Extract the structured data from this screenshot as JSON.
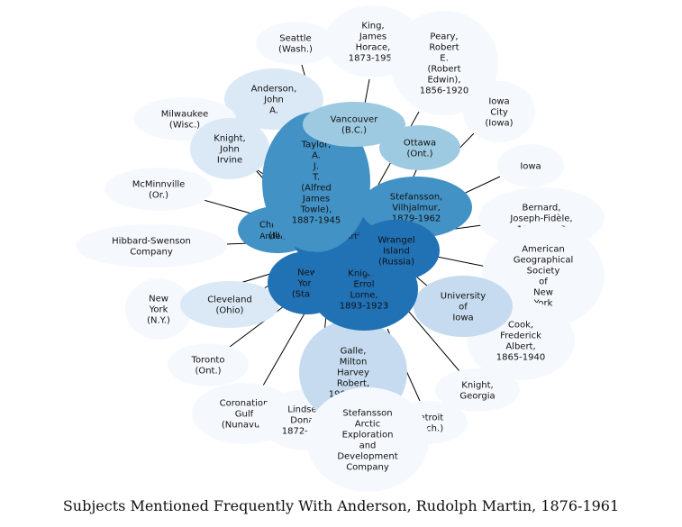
{
  "caption": "Subjects Mentioned Frequently With Anderson, Rudolph Martin, 1876-1961",
  "center": {
    "label": "Anderson, Rudolph Martin, 1876-1961"
  },
  "nodes": [
    {
      "id": "seattle",
      "lines": [
        "Seattle",
        "(Wash.)"
      ]
    },
    {
      "id": "king-james",
      "lines": [
        "King,",
        "James",
        "Horace,",
        "1873-1955"
      ]
    },
    {
      "id": "peary",
      "lines": [
        "Peary,",
        "Robert",
        "E.",
        "(Robert",
        "Edwin),",
        "1856-1920"
      ]
    },
    {
      "id": "anderson-john",
      "lines": [
        "Anderson,",
        "John",
        "A."
      ]
    },
    {
      "id": "iowa-city",
      "lines": [
        "Iowa",
        "City",
        "(Iowa)"
      ]
    },
    {
      "id": "milwaukee",
      "lines": [
        "Milwaukee",
        "(Wisc.)"
      ]
    },
    {
      "id": "knight-john",
      "lines": [
        "Knight,",
        "John",
        "Irvine"
      ]
    },
    {
      "id": "vancouver",
      "lines": [
        "Vancouver",
        "(B.C.)"
      ]
    },
    {
      "id": "taylor",
      "lines": [
        "Taylor,",
        "A.",
        "J.",
        "T.",
        "(Alfred",
        "James",
        "Towle),",
        "1887-1945"
      ]
    },
    {
      "id": "ottawa",
      "lines": [
        "Ottawa",
        "(Ont.)"
      ]
    },
    {
      "id": "iowa",
      "lines": [
        "Iowa"
      ]
    },
    {
      "id": "mcminnville",
      "lines": [
        "McMinnville",
        "(Or.)"
      ]
    },
    {
      "id": "stefansson-v",
      "lines": [
        "Stefansson,",
        "Vilhjalmur,",
        "1879-1962"
      ]
    },
    {
      "id": "bernard",
      "lines": [
        "Bernard,",
        "Joseph-Fidèle,",
        "1878-1972"
      ]
    },
    {
      "id": "chicago",
      "lines": [
        "Chicago",
        "(Ill.)"
      ]
    },
    {
      "id": "hibbard",
      "lines": [
        "Hibbard-Swenson",
        "Company"
      ]
    },
    {
      "id": "wrangel",
      "lines": [
        "Wrangel",
        "Island",
        "(Russia)"
      ]
    },
    {
      "id": "ags",
      "lines": [
        "American",
        "Geographical",
        "Society",
        "of",
        "New",
        "York"
      ]
    },
    {
      "id": "new-york-state",
      "lines": [
        "New",
        "York",
        "(State)"
      ]
    },
    {
      "id": "knight-errol",
      "lines": [
        "Knight,",
        "Errol",
        "Lorne,",
        "1893-1923"
      ]
    },
    {
      "id": "new-york-ny",
      "lines": [
        "New",
        "York",
        "(N.Y.)"
      ]
    },
    {
      "id": "cleveland",
      "lines": [
        "Cleveland",
        "(Ohio)"
      ]
    },
    {
      "id": "univ-iowa",
      "lines": [
        "University",
        "of",
        "Iowa"
      ]
    },
    {
      "id": "cook",
      "lines": [
        "Cook,",
        "Frederick",
        "Albert,",
        "1865-1940"
      ]
    },
    {
      "id": "toronto",
      "lines": [
        "Toronto",
        "(Ont.)"
      ]
    },
    {
      "id": "galle",
      "lines": [
        "Galle,",
        "Milton",
        "Harvey",
        "Robert,",
        "1902-1923"
      ]
    },
    {
      "id": "knight-georgia",
      "lines": [
        "Knight,",
        "Georgia"
      ]
    },
    {
      "id": "coronation",
      "lines": [
        "Coronation",
        "Gulf",
        "(Nunavut)"
      ]
    },
    {
      "id": "lindsey",
      "lines": [
        "Lindsey,",
        "Donald",
        "1872-1943"
      ]
    },
    {
      "id": "detroit",
      "lines": [
        "Detroit",
        "(Mich.)"
      ]
    },
    {
      "id": "sae",
      "lines": [
        "Stefansson",
        "Arctic",
        "Exploration",
        "and",
        "Development",
        "Company"
      ]
    }
  ],
  "colors": {
    "lightest": "#f5f9fe",
    "light": "#dbe9f6",
    "pale": "#c6dbef",
    "mid": "#9ecae1",
    "medium": "#4292c6",
    "strong": "#2171b5",
    "edge": "#000000"
  }
}
